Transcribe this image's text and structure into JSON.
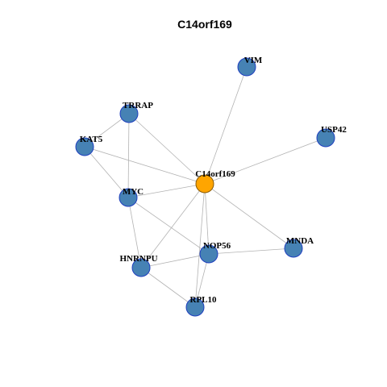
{
  "graph": {
    "title": "C14orf169",
    "node_fill": "#4682B4",
    "node_stroke": "#1f3fbf",
    "hub_fill": "#FFA500",
    "hub_stroke": "#8a5a00",
    "edge_color": "#b3b3b3",
    "nodes": [
      {
        "id": "C14orf169",
        "label": "C14orf169",
        "hub": true
      },
      {
        "id": "VIM",
        "label": "VIM"
      },
      {
        "id": "TRRAP",
        "label": "TRRAP"
      },
      {
        "id": "USP42",
        "label": "USP42"
      },
      {
        "id": "KAT5",
        "label": "KAT5"
      },
      {
        "id": "MYC",
        "label": "MYC"
      },
      {
        "id": "NOP56",
        "label": "NOP56"
      },
      {
        "id": "MNDA",
        "label": "MNDA"
      },
      {
        "id": "HNRNPU",
        "label": "HNRNPU"
      },
      {
        "id": "RPL10",
        "label": "RPL10"
      }
    ],
    "edges": [
      [
        "C14orf169",
        "VIM"
      ],
      [
        "C14orf169",
        "USP42"
      ],
      [
        "C14orf169",
        "TRRAP"
      ],
      [
        "C14orf169",
        "KAT5"
      ],
      [
        "C14orf169",
        "MYC"
      ],
      [
        "C14orf169",
        "MNDA"
      ],
      [
        "C14orf169",
        "NOP56"
      ],
      [
        "C14orf169",
        "HNRNPU"
      ],
      [
        "C14orf169",
        "RPL10"
      ],
      [
        "TRRAP",
        "KAT5"
      ],
      [
        "TRRAP",
        "MYC"
      ],
      [
        "KAT5",
        "MYC"
      ],
      [
        "MYC",
        "HNRNPU"
      ],
      [
        "MYC",
        "NOP56"
      ],
      [
        "HNRNPU",
        "NOP56"
      ],
      [
        "HNRNPU",
        "RPL10"
      ],
      [
        "NOP56",
        "MNDA"
      ],
      [
        "NOP56",
        "RPL10"
      ]
    ]
  }
}
